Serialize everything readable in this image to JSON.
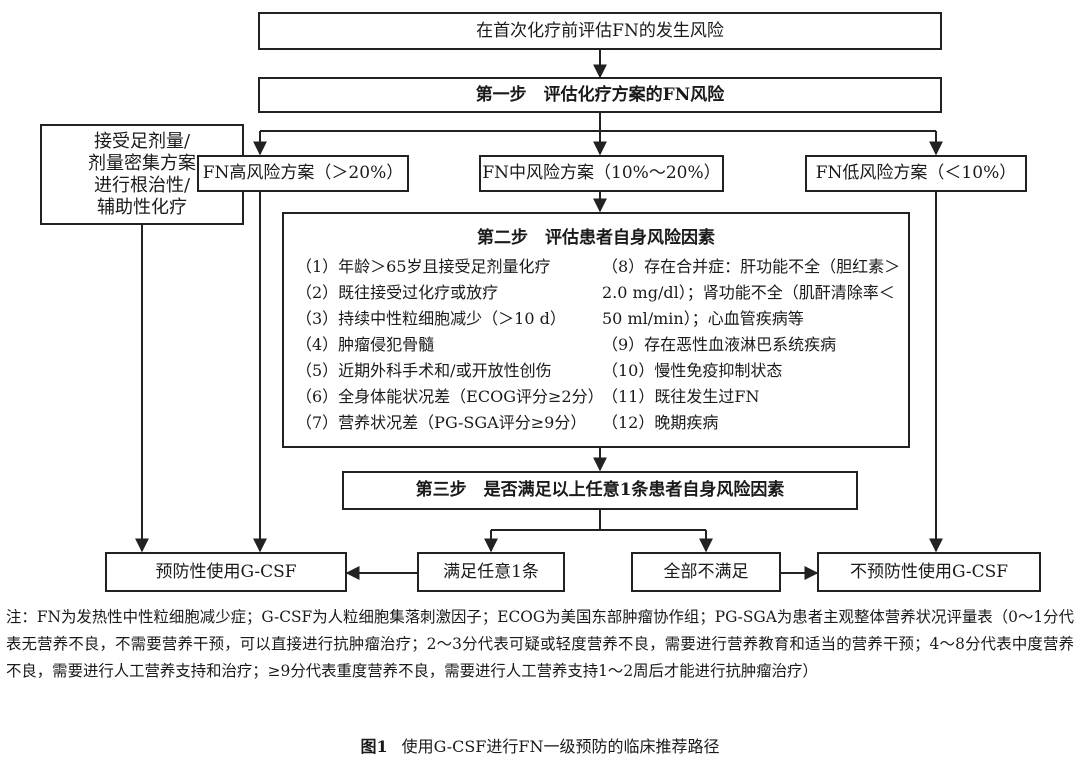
{
  "diagram": {
    "top_box": "在首次化疗前评估FN的发生风险",
    "step1": "第一步　评估化疗方案的FN风险",
    "side_box": [
      "接受足剂量/",
      "剂量密集方案",
      "进行根治性/",
      "辅助性化疗"
    ],
    "risk_high": "FN高风险方案（＞20%）",
    "risk_mid": "FN中风险方案（10%～20%）",
    "risk_low": "FN低风险方案（＜10%）",
    "step2": {
      "title": "第二步　评估患者自身风险因素",
      "left_items": [
        "（1）年龄＞65岁且接受足剂量化疗",
        "（2）既往接受过化疗或放疗",
        "（3）持续中性粒细胞减少（＞10 d）",
        "（4）肿瘤侵犯骨髓",
        "（5）近期外科手术和/或开放性创伤",
        "（6）全身体能状况差（ECOG评分≥2分）",
        "（7）营养状况差（PG-SGA评分≥9分）"
      ],
      "right_item_8": "（8）存在合并症：肝功能不全（胆红素＞2.0 mg/dl）；肾功能不全（肌酐清除率＜50 ml/min）；心血管疾病等",
      "right_items": [
        "（9）存在恶性血液淋巴系统疾病",
        "（10）慢性免疫抑制状态",
        "（11）既往发生过FN",
        "（12）晚期疾病"
      ]
    },
    "step3": "第三步　是否满足以上任意1条患者自身风险因素",
    "meets_any": "满足任意1条",
    "meets_none": "全部不满足",
    "use_gcsf": "预防性使用G-CSF",
    "no_gcsf": "不预防性使用G-CSF"
  },
  "note": "注：FN为发热性中性粒细胞减少症；G-CSF为人粒细胞集落刺激因子；ECOG为美国东部肿瘤协作组；PG-SGA为患者主观整体营养状况评量表（0～1分代表无营养不良，不需要营养干预，可以直接进行抗肿瘤治疗；2～3分代表可疑或轻度营养不良，需要进行营养教育和适当的营养干预；4～8分代表中度营养不良，需要进行人工营养支持和治疗；≥9分代表重度营养不良，需要进行人工营养支持1～2周后才能进行抗肿瘤治疗）",
  "caption": {
    "label": "图1",
    "text": "使用G-CSF进行FN一级预防的临床推荐路径"
  }
}
